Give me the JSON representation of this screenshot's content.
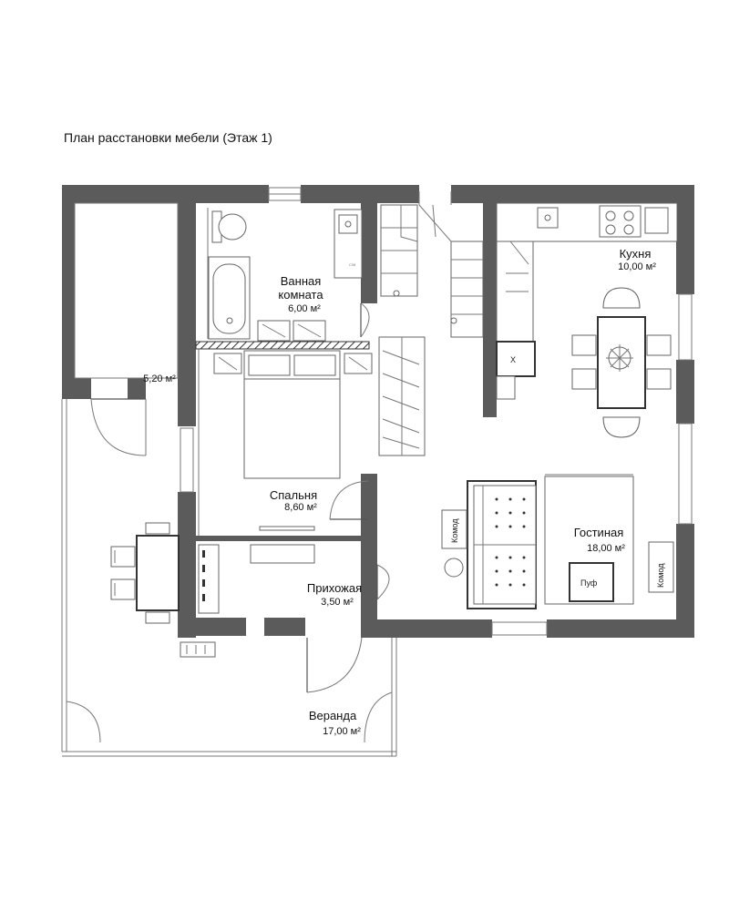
{
  "title": "План расстановки мебели (Этаж 1)",
  "rooms": {
    "storage": {
      "area": "5,20 м²"
    },
    "bathroom": {
      "name1": "Ванная",
      "name2": "комната",
      "area": "6,00 м²"
    },
    "kitchen": {
      "name": "Кухня",
      "area": "10,00 м²"
    },
    "bedroom": {
      "name": "Спальня",
      "area": "8,60 м²"
    },
    "living": {
      "name": "Гостиная",
      "area": "18,00 м²"
    },
    "hall": {
      "name": "Прихожая",
      "area": "3,50 м²"
    },
    "veranda": {
      "name": "Веранда",
      "area": "17,00 м²"
    }
  },
  "furniture": {
    "komod": "Комод",
    "puf": "Пуф",
    "stove_x": "X"
  },
  "colors": {
    "wall": "#5b5b5b",
    "line": "#555555",
    "background": "#ffffff"
  }
}
